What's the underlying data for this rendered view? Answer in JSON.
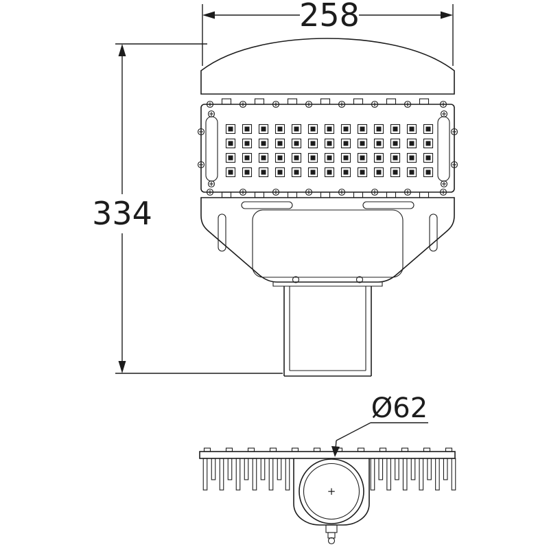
{
  "dimensions": {
    "width_label": "258",
    "height_label": "334",
    "diameter_label": "Ø62",
    "center_mark": "+"
  },
  "colors": {
    "line": "#1c1c1c",
    "background": "#ffffff"
  }
}
